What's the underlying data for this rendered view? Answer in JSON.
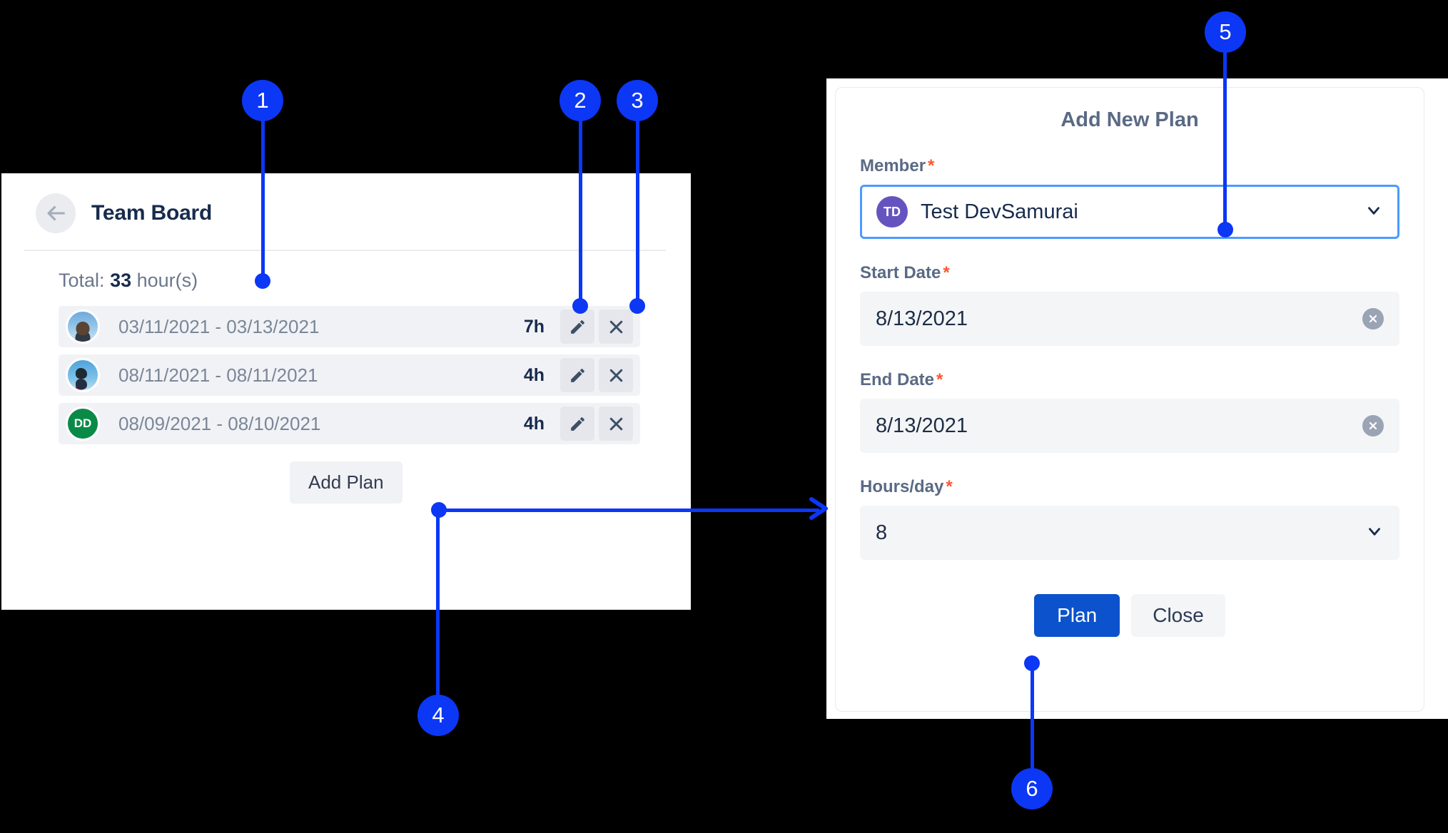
{
  "left_card": {
    "back_icon": "arrow-left-icon",
    "title": "Team Board",
    "total_prefix": "Total:",
    "total_value": "33",
    "total_suffix": "hour(s)",
    "rows": [
      {
        "avatar_type": "photo",
        "avatar_initials": "",
        "dates": "03/11/2021 - 03/13/2021",
        "hours": "7h",
        "edit_icon": "pencil-icon",
        "delete_icon": "close-x-icon"
      },
      {
        "avatar_type": "photo",
        "avatar_initials": "",
        "dates": "08/11/2021 - 08/11/2021",
        "hours": "4h",
        "edit_icon": "pencil-icon",
        "delete_icon": "close-x-icon"
      },
      {
        "avatar_type": "initials",
        "avatar_initials": "DD",
        "dates": "08/09/2021 - 08/10/2021",
        "hours": "4h",
        "edit_icon": "pencil-icon",
        "delete_icon": "close-x-icon"
      }
    ],
    "add_plan_label": "Add Plan"
  },
  "form": {
    "title": "Add New Plan",
    "member": {
      "label": "Member",
      "required_mark": "*",
      "avatar_initials": "TD",
      "value": "Test DevSamurai",
      "chevron_icon": "chevron-down-icon"
    },
    "start_date": {
      "label": "Start Date",
      "required_mark": "*",
      "value": "8/13/2021",
      "clear_icon": "clear-circle-icon"
    },
    "end_date": {
      "label": "End Date",
      "required_mark": "*",
      "value": "8/13/2021",
      "clear_icon": "clear-circle-icon"
    },
    "hours_per_day": {
      "label": "Hours/day",
      "required_mark": "*",
      "value": "8",
      "chevron_icon": "chevron-down-icon"
    },
    "submit_label": "Plan",
    "close_label": "Close"
  },
  "callouts": [
    {
      "number": "1"
    },
    {
      "number": "2"
    },
    {
      "number": "3"
    },
    {
      "number": "4"
    },
    {
      "number": "5"
    },
    {
      "number": "6"
    }
  ],
  "colors": {
    "callout_blue": "#0b37f5",
    "primary_button": "#0b52cc",
    "focus_border": "#4c9aff",
    "required_red": "#ff5630",
    "member_avatar": "#6554c0",
    "initials_avatar": "#0a8a47",
    "text_dark": "#172b4d",
    "text_muted": "#6b778c"
  }
}
